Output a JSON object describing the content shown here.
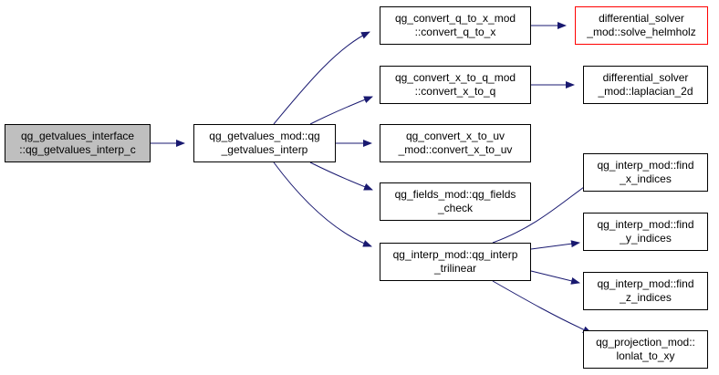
{
  "colors": {
    "edge": "#191970",
    "root_fill": "#bfbfbf",
    "highlight_border": "#ff0000"
  },
  "nodes": [
    {
      "id": "root",
      "line1": "qg_getvalues_interface",
      "line2": "::qg_getvalues_interp_c"
    },
    {
      "id": "getvalues",
      "line1": "qg_getvalues_mod::qg",
      "line2": "_getvalues_interp"
    },
    {
      "id": "q_to_x",
      "line1": "qg_convert_q_to_x_mod",
      "line2": "::convert_q_to_x"
    },
    {
      "id": "helmholz",
      "line1": "differential_solver",
      "line2": "_mod::solve_helmholz"
    },
    {
      "id": "x_to_q",
      "line1": "qg_convert_x_to_q_mod",
      "line2": "::convert_x_to_q"
    },
    {
      "id": "laplacian",
      "line1": "differential_solver",
      "line2": "_mod::laplacian_2d"
    },
    {
      "id": "x_to_uv",
      "line1": "qg_convert_x_to_uv",
      "line2": "_mod::convert_x_to_uv"
    },
    {
      "id": "fields_check",
      "line1": "qg_fields_mod::qg_fields",
      "line2": "_check"
    },
    {
      "id": "trilinear",
      "line1": "qg_interp_mod::qg_interp",
      "line2": "_trilinear"
    },
    {
      "id": "find_x",
      "line1": "qg_interp_mod::find",
      "line2": "_x_indices"
    },
    {
      "id": "find_y",
      "line1": "qg_interp_mod::find",
      "line2": "_y_indices"
    },
    {
      "id": "find_z",
      "line1": "qg_interp_mod::find",
      "line2": "_z_indices"
    },
    {
      "id": "lonlat",
      "line1": "qg_projection_mod::",
      "line2": "lonlat_to_xy"
    }
  ],
  "edges": [
    {
      "from": "root",
      "to": "getvalues"
    },
    {
      "from": "getvalues",
      "to": "q_to_x"
    },
    {
      "from": "getvalues",
      "to": "x_to_q"
    },
    {
      "from": "getvalues",
      "to": "x_to_uv"
    },
    {
      "from": "getvalues",
      "to": "fields_check"
    },
    {
      "from": "getvalues",
      "to": "trilinear"
    },
    {
      "from": "q_to_x",
      "to": "helmholz"
    },
    {
      "from": "x_to_q",
      "to": "laplacian"
    },
    {
      "from": "trilinear",
      "to": "find_x"
    },
    {
      "from": "trilinear",
      "to": "find_y"
    },
    {
      "from": "trilinear",
      "to": "find_z"
    },
    {
      "from": "trilinear",
      "to": "lonlat"
    }
  ]
}
